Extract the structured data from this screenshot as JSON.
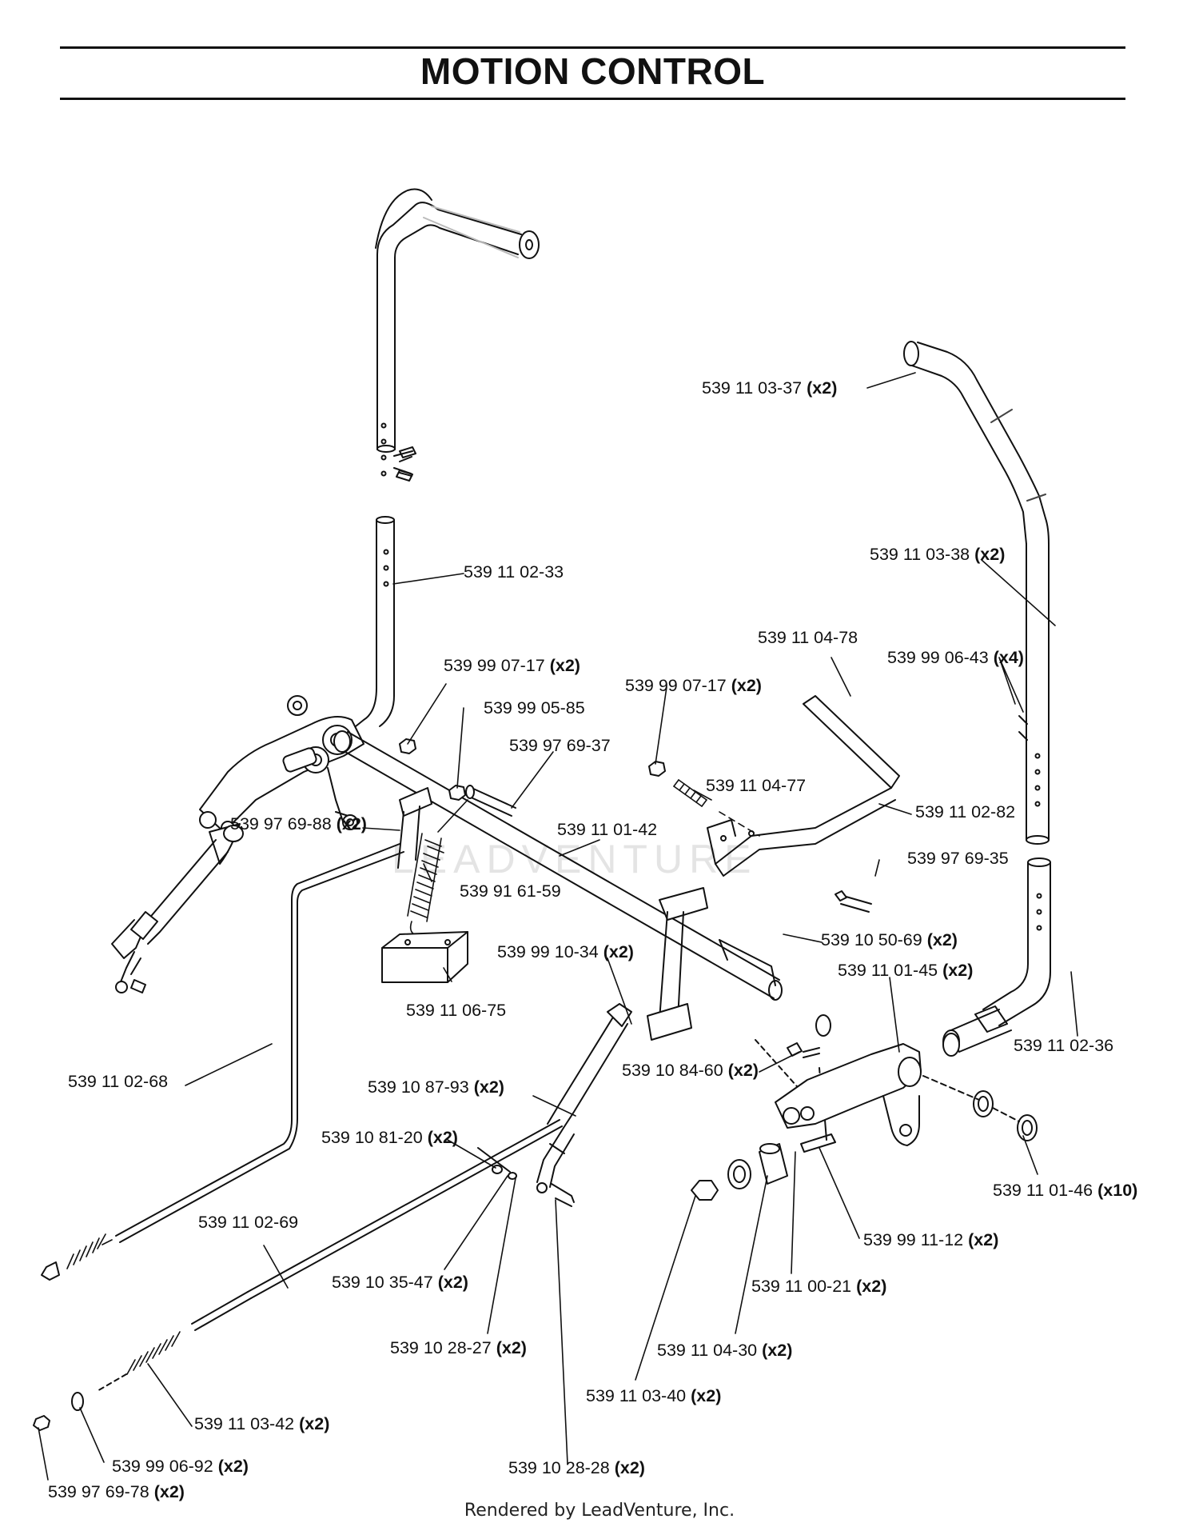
{
  "page": {
    "title": "MOTION CONTROL",
    "footer": "Rendered by LeadVenture, Inc.",
    "watermark": "LEADVENTURE"
  },
  "callouts": [
    {
      "part": "539 11 03-37",
      "qty": "(x2)"
    },
    {
      "part": "539 11 02-33",
      "qty": ""
    },
    {
      "part": "539 11 03-38",
      "qty": "(x2)"
    },
    {
      "part": "539 11 04-78",
      "qty": ""
    },
    {
      "part": "539 99 07-17",
      "qty": "(x2)"
    },
    {
      "part": "539 99 07-17",
      "qty": "(x2)"
    },
    {
      "part": "539 99 06-43",
      "qty": "(x4)"
    },
    {
      "part": "539 99 05-85",
      "qty": ""
    },
    {
      "part": "539 97 69-37",
      "qty": ""
    },
    {
      "part": "539 11 04-77",
      "qty": ""
    },
    {
      "part": "539 11 02-82",
      "qty": ""
    },
    {
      "part": "539 97 69-88",
      "qty": "(x2)"
    },
    {
      "part": "539 11 01-42",
      "qty": ""
    },
    {
      "part": "539 97 69-35",
      "qty": ""
    },
    {
      "part": "539 91 61-59",
      "qty": ""
    },
    {
      "part": "539 10 50-69",
      "qty": "(x2)"
    },
    {
      "part": "539 99 10-34",
      "qty": "(x2)"
    },
    {
      "part": "539 11 01-45",
      "qty": "(x2)"
    },
    {
      "part": "539 11 06-75",
      "qty": ""
    },
    {
      "part": "539 11 02-36",
      "qty": ""
    },
    {
      "part": "539 10 84-60",
      "qty": "(x2)"
    },
    {
      "part": "539 11 02-68",
      "qty": ""
    },
    {
      "part": "539 10 87-93",
      "qty": "(x2)"
    },
    {
      "part": "539 11 01-46",
      "qty": "(x10)"
    },
    {
      "part": "539 10 81-20",
      "qty": "(x2)"
    },
    {
      "part": "539 99 11-12",
      "qty": "(x2)"
    },
    {
      "part": "539 11 02-69",
      "qty": ""
    },
    {
      "part": "539 11 00-21",
      "qty": "(x2)"
    },
    {
      "part": "539 10 35-47",
      "qty": "(x2)"
    },
    {
      "part": "539 10 28-27",
      "qty": "(x2)"
    },
    {
      "part": "539 11 04-30",
      "qty": "(x2)"
    },
    {
      "part": "539 11 03-40",
      "qty": "(x2)"
    },
    {
      "part": "539 11 03-42",
      "qty": "(x2)"
    },
    {
      "part": "539 99 06-92",
      "qty": "(x2)"
    },
    {
      "part": "539 10 28-28",
      "qty": "(x2)"
    },
    {
      "part": "539 97 69-78",
      "qty": "(x2)"
    }
  ]
}
